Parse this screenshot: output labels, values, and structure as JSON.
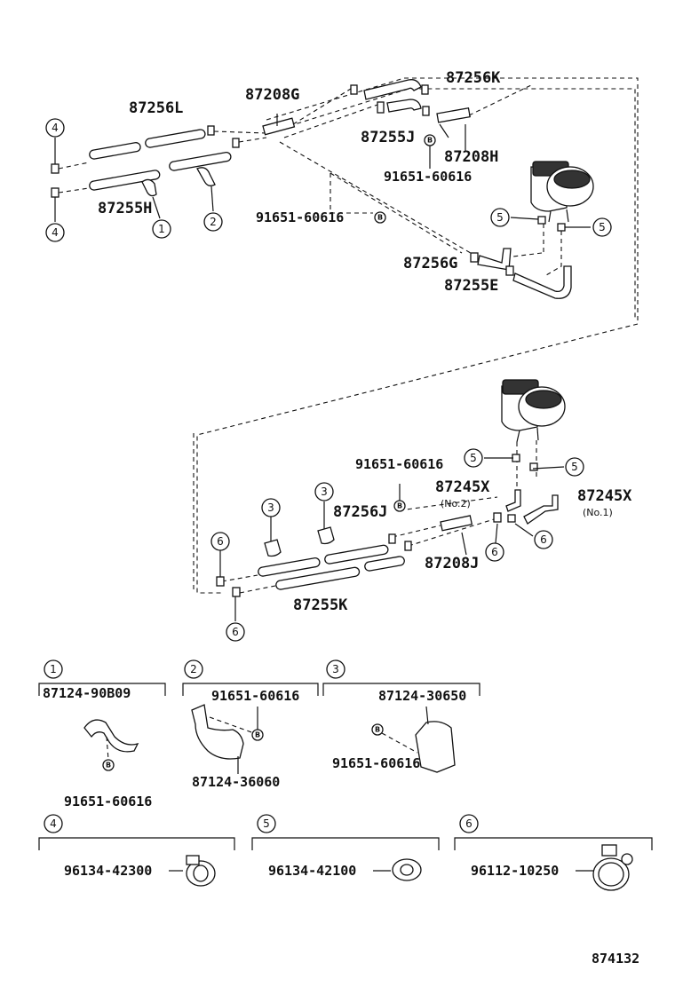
{
  "labels": {
    "p87256K": "87256K",
    "p87208G": "87208G",
    "p87256L": "87256L",
    "p87255J": "87255J",
    "p87208H": "87208H",
    "p91651_a": "91651-60616",
    "p87255H": "87255H",
    "p91651_b": "91651-60616",
    "p87256G": "87256G",
    "p87255E": "87255E",
    "p91651_c": "91651-60616",
    "p87245X_2": "87245X",
    "no2": "(No.2)",
    "p87245X_1": "87245X",
    "no1": "(No.1)",
    "p87256J": "87256J",
    "p87208J": "87208J",
    "p87255K": "87255K"
  },
  "callouts": {
    "c1": "1",
    "c2": "2",
    "c3": "3",
    "c4": "4",
    "c5": "5",
    "c6": "6"
  },
  "bolt_mark": "B",
  "details": {
    "d1_part": "87124-90B09",
    "d1_bolt": "91651-60616",
    "d2_bolt": "91651-60616",
    "d2_part": "87124-36060",
    "d3_part": "87124-30650",
    "d3_bolt": "91651-60616",
    "d4_part": "96134-42300",
    "d5_part": "96134-42100",
    "d6_part": "96112-10250"
  },
  "diagram_id": "874132"
}
